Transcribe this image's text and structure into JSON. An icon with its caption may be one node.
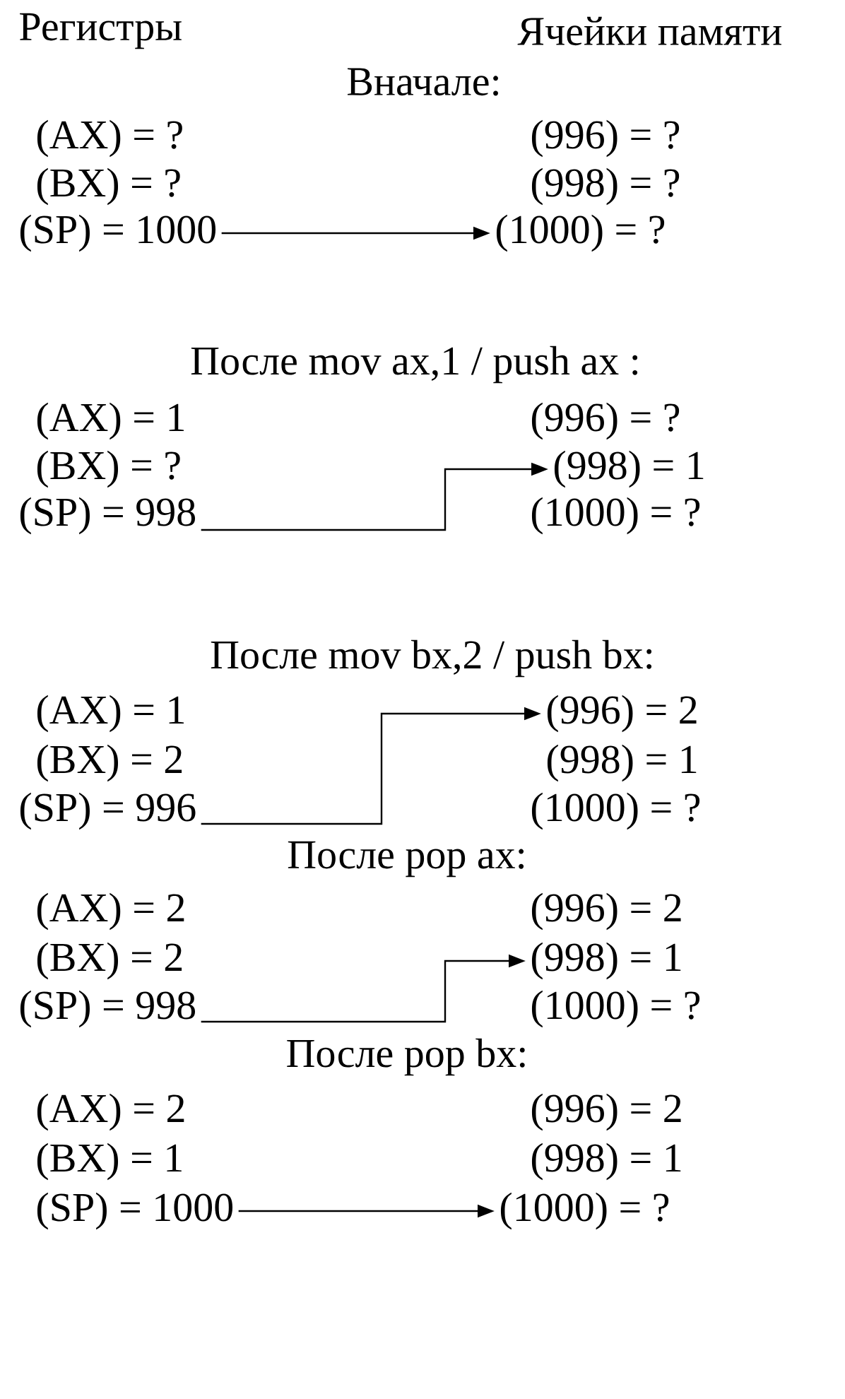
{
  "diagram": {
    "nodes": [
      {
        "text": [
          "(SP) = 1000"
        ]
      },
      {
        "text": [
          "(1000) = ?"
        ]
      },
      {
        "text": [
          "(998) = 1"
        ]
      },
      {
        "text": [
          "(SP) = 998"
        ]
      },
      {
        "text": [
          "(996) = 2"
        ]
      },
      {
        "text": [
          "(SP) = 996"
        ]
      },
      {
        "text": [
          "(998) = 1"
        ]
      },
      {
        "text": [
          "(SP) = 998"
        ]
      },
      {
        "text": [
          "(SP) = 1000"
        ]
      },
      {
        "text": [
          "(1000) = ?"
        ]
      }
    ],
    "edges": [
      {
        "from": 0,
        "to": 1,
        "arrow": "to"
      },
      {
        "from": 3,
        "to": 2,
        "arrow": "to"
      },
      {
        "from": 5,
        "to": 4,
        "arrow": "to"
      },
      {
        "from": 7,
        "to": 6,
        "arrow": "to"
      },
      {
        "from": 8,
        "to": 9,
        "arrow": "to"
      }
    ],
    "labels": [
      "Регистры",
      "Ячейки памяти",
      "Вначале:",
      "(AX) = ?",
      "(996) = ?",
      "(BX) = ?",
      "(998) = ?",
      "После mov ax,1 / push ax :",
      "(AX) = 1",
      "(996) = ?",
      "(BX) = ?",
      "(1000) = ?",
      "После mov bx,2 / push bx:",
      "(AX) = 1",
      "(BX) = 2",
      "(998) = 1",
      "(1000) = ?",
      "После pop ax:",
      "(AX) = 2",
      "(996) = 2",
      "(BX) = 2",
      "(1000) = ?",
      "После pop bx:",
      "(AX) = 2",
      "(996) = 2",
      "(BX) = 1",
      "(998) = 1"
    ]
  }
}
